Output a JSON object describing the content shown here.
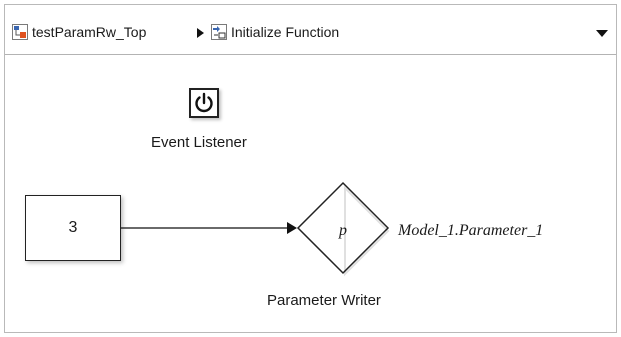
{
  "breadcrumb": {
    "items": [
      {
        "label": "testParamRw_Top",
        "icon": "model-icon"
      },
      {
        "label": "Initialize Function",
        "icon": "subsystem-icon"
      }
    ]
  },
  "blocks": {
    "event_listener": {
      "label": "Event Listener",
      "icon": "power-icon"
    },
    "constant": {
      "value": "3"
    },
    "parameter_writer": {
      "label": "Parameter Writer",
      "symbol": "p",
      "parameter": "Model_1.Parameter_1"
    }
  },
  "colors": {
    "border": "#b9b9b9",
    "block_stroke": "#222222",
    "model_icon_accent": "#e0521f",
    "subsystem_icon_accent": "#3a66b0"
  }
}
